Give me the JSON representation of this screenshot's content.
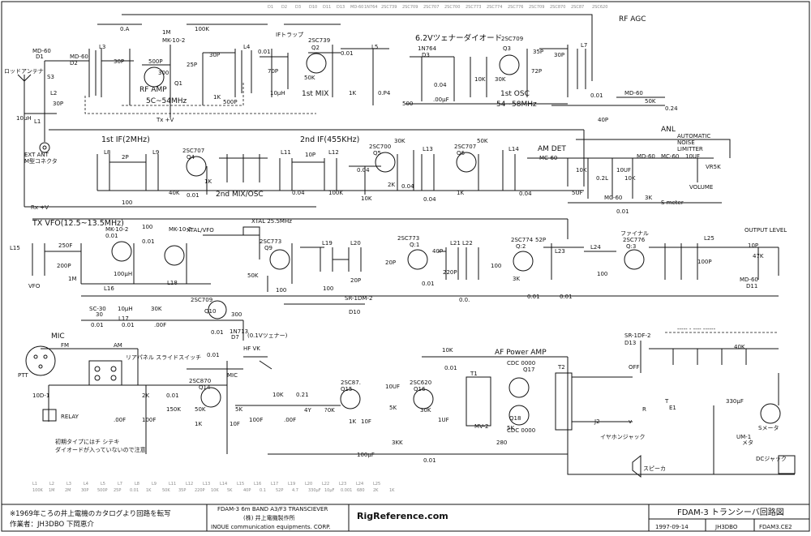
{
  "sections": {
    "rf_agc": "RF AGC",
    "rf_amp": "RF AMP",
    "rf_amp_range": "5C~54MHz",
    "first_mix": "1st MIX",
    "first_osc": "1st OSC",
    "first_osc_range": "54~58MHz",
    "first_if": "1st IF(2MHz)",
    "second_if": "2nd IF(455KHz)",
    "second_mix_osc": "2nd MIX/OSC",
    "am_det": "AM DET",
    "anl": "ANL",
    "anl_desc_1": "AUTOMATIC",
    "anl_desc_2": "NOISE",
    "anl_desc_3": "LIMITTER",
    "volume": "VOLUME",
    "s_meter_line": "S meter",
    "tx_vfo": "TX VFO(12.5~13.5MHz)",
    "xtal": "XTAL 25.5MHz",
    "final": "ファイナル",
    "output_level": "OUTPUT LEVEL",
    "af_power_amp": "AF Power AMP",
    "mic": "MIC",
    "relay": "RELAY",
    "ptt": "PTT",
    "mic_short": "MIC",
    "speaker": "スピーカ",
    "earphone_jack": "イヤホンジャック",
    "dc_jack": "DCジャック",
    "s_meter": "Sメータ",
    "rear_panel_switch": "リアパネル スライドスイッチ",
    "antenna": "ロッドアンテナ",
    "ext_ant": "EXT ANT",
    "m_connector": "M型コネクタ",
    "zener_62": "6.2Vツェナーダイオード",
    "if_trap": "IFトラップ",
    "rx_plus": "Rx +V",
    "tx_plus": "Tx +V",
    "hf_vk": "HF VK",
    "zener_01": "(0.1Vツェナー)",
    "note_line_1": "初期タイプにはチ シテキ",
    "note_line_2": "ダイオードが入っていないので注意"
  },
  "components": {
    "transistors": [
      "2SC739",
      "2SC709",
      "2SC707",
      "2SC700",
      "2SC773",
      "2SC774",
      "2SC776",
      "2SC709",
      "2SC870",
      "2SC87",
      "2SC620"
    ],
    "diodes": [
      "D1",
      "D2",
      "D3",
      "D10",
      "D11",
      "D13",
      "MD-60",
      "1N764"
    ],
    "coils": [
      "L1",
      "L2",
      "L3",
      "L4",
      "L5",
      "L7",
      "L8",
      "L9",
      "L11",
      "L12",
      "L13",
      "L14",
      "L15",
      "L16",
      "L17",
      "L19",
      "L20",
      "L22",
      "L23",
      "L24",
      "L25"
    ],
    "values": [
      "100K",
      "1M",
      "2M",
      "30P",
      "500P",
      "25P",
      "0.01",
      "1K",
      "50K",
      "35P",
      "220P",
      "10K",
      "5K",
      "40P",
      "0.1",
      "52P",
      "4.7",
      "330μF",
      "10μF",
      "0.001",
      "680",
      "2K",
      "1K"
    ]
  },
  "footer": {
    "note_1": "※1969年ころの井上電機のカタログより回路を転写",
    "note_2": "作業者：JH3DBO 下岡恵介",
    "title_1": "FDAM-3 6m BAND A3/F3 TRANSCIEVER",
    "company_jp": "(株) 井上電機製作所",
    "company_en": "INOUE communication equipments. CORP.",
    "site": "RigReference.com",
    "diagram_title": "FDAM-3 トランシーバ回路図",
    "date": "1997-09-14",
    "author": "JH3DBO",
    "doc": "FDAM3.CE2"
  }
}
